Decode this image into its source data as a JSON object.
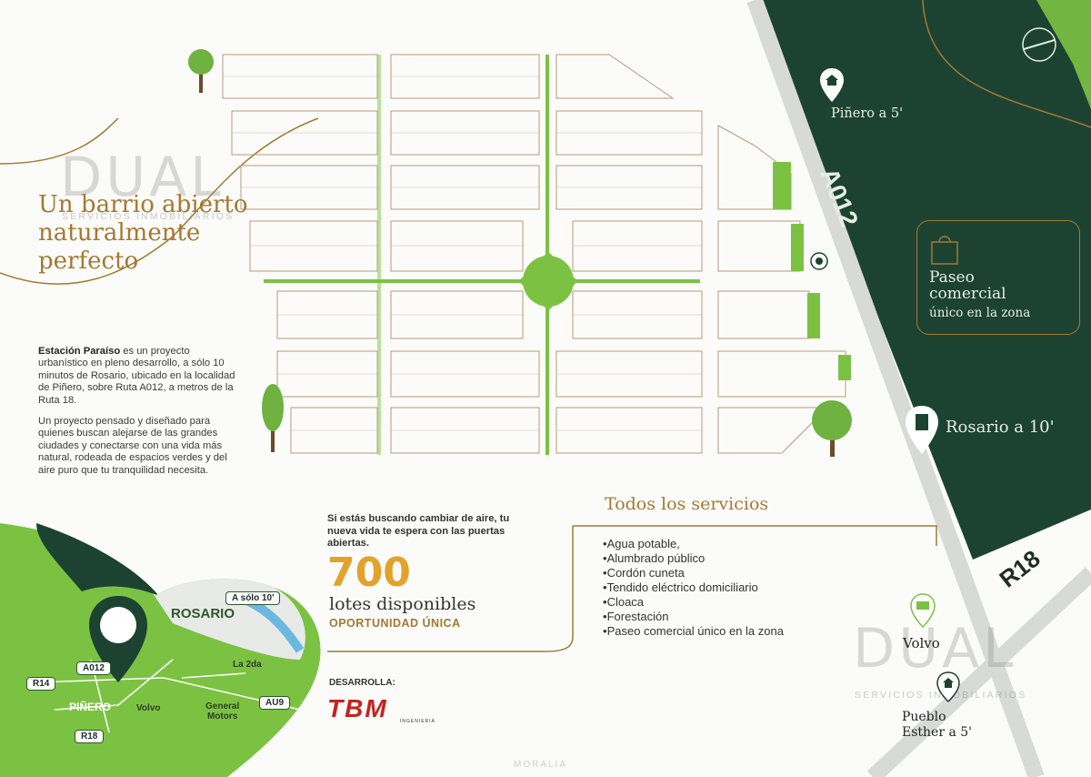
{
  "hero_title": "Un barrio abierto naturalmente perfecto",
  "intro": {
    "p1_bold": "Estación Paraíso",
    "p1_rest": " es un proyecto urbanístico en pleno desarrollo, a sólo 10 minutos de Rosario, ubicado en la localidad de Piñero, sobre Ruta A012, a metros de la Ruta 18.",
    "p2": "Un proyecto pensado y diseñado para quienes buscan alejarse de las grandes ciudades y conectarse con una vida más natural, rodeada de espacios verdes y del aire puro que tu tranquilidad necesita."
  },
  "watermark": {
    "title": "DUAL",
    "subtitle": "SERVICIOS INMOBILIARIOS",
    "mid": "MORALIA"
  },
  "routes": {
    "a012": "A012",
    "r18": "R18"
  },
  "pins": {
    "pinero": "Piñero a 5'",
    "paseo_line1": "Paseo",
    "paseo_line2": "comercial",
    "paseo_line3": "único en la zona",
    "rosario": "Rosario a 10'",
    "volvo": "Volvo",
    "pueblo_line1": "Pueblo",
    "pueblo_line2": "Esther a 5'"
  },
  "offer": {
    "lead": "Si estás buscando cambiar de aire, tu nueva vida te espera con las puertas abiertas.",
    "count": "700",
    "lotes": "lotes disponibles",
    "oportunidad": "OPORTUNIDAD ÚNICA"
  },
  "services": {
    "title": "Todos los servicios",
    "items": [
      "Agua potable,",
      "Alumbrado público",
      "Cordón cuneta",
      "Tendido eléctrico domiciliario",
      "Cloaca",
      "Forestación",
      "Paseo comercial único en la zona"
    ]
  },
  "developer": {
    "label": "DESARROLLA:",
    "name": "TBM",
    "tagline": "INGENIERIA"
  },
  "minimap": {
    "rosario": "ROSARIO",
    "a_solo": "A sólo 10'",
    "pinero": "PIÑERO",
    "volvo": "Volvo",
    "la2da": "La 2da",
    "gm_line1": "General",
    "gm_line2": "Motors",
    "r14": "R14",
    "a012": "A012",
    "r18": "R18",
    "au9": "AU9"
  },
  "colors": {
    "dark_green": "#1c4332",
    "light_green": "#7cc242",
    "gold": "#a57832",
    "orange": "#e2a22b",
    "lot_line": "#b8977a"
  }
}
